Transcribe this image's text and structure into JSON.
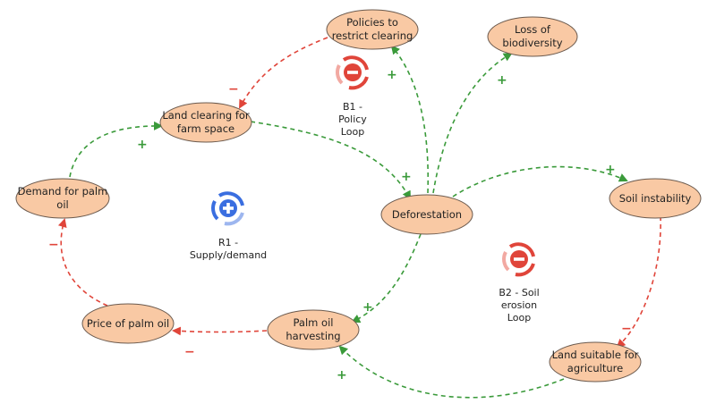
{
  "colors": {
    "node_fill": "#f9c9a4",
    "node_stroke": "#6b5a4e",
    "positive": "#3a9a3a",
    "negative": "#e0453a",
    "reinforcing": "#3a6ee0"
  },
  "nodes": {
    "policies": [
      "Policies to",
      "restrict clearing"
    ],
    "biodiversity": [
      "Loss of",
      "biodiversity"
    ],
    "land_clearing": [
      "Land clearing for",
      "farm space"
    ],
    "demand": [
      "Demand for palm",
      "oil"
    ],
    "deforestation": [
      "Deforestation"
    ],
    "soil_instability": [
      "Soil instability"
    ],
    "price": [
      "Price of palm oil"
    ],
    "harvesting": [
      "Palm oil",
      "harvesting"
    ],
    "land_suitable": [
      "Land suitable for",
      "agriculture"
    ]
  },
  "loops": {
    "b1": {
      "lines": [
        "B1 -",
        "Policy",
        "Loop"
      ],
      "icon": "balancing-loop-icon"
    },
    "r1": {
      "lines": [
        "R1 -",
        "Supply/demand"
      ],
      "icon": "reinforcing-loop-icon"
    },
    "b2": {
      "lines": [
        "B2 - Soil",
        "erosion",
        "Loop"
      ],
      "icon": "balancing-loop-icon"
    }
  },
  "signs": {
    "policy_to_clearing": "−",
    "deforest_to_policy": "+",
    "deforest_to_biodiv": "+",
    "clearing_to_deforest": "+",
    "demand_to_clearing": "+",
    "price_to_demand": "−",
    "harvest_to_price": "−",
    "deforest_to_harvest": "+",
    "deforest_to_soil": "+",
    "soil_to_land": "−",
    "land_to_harvest": "+"
  }
}
